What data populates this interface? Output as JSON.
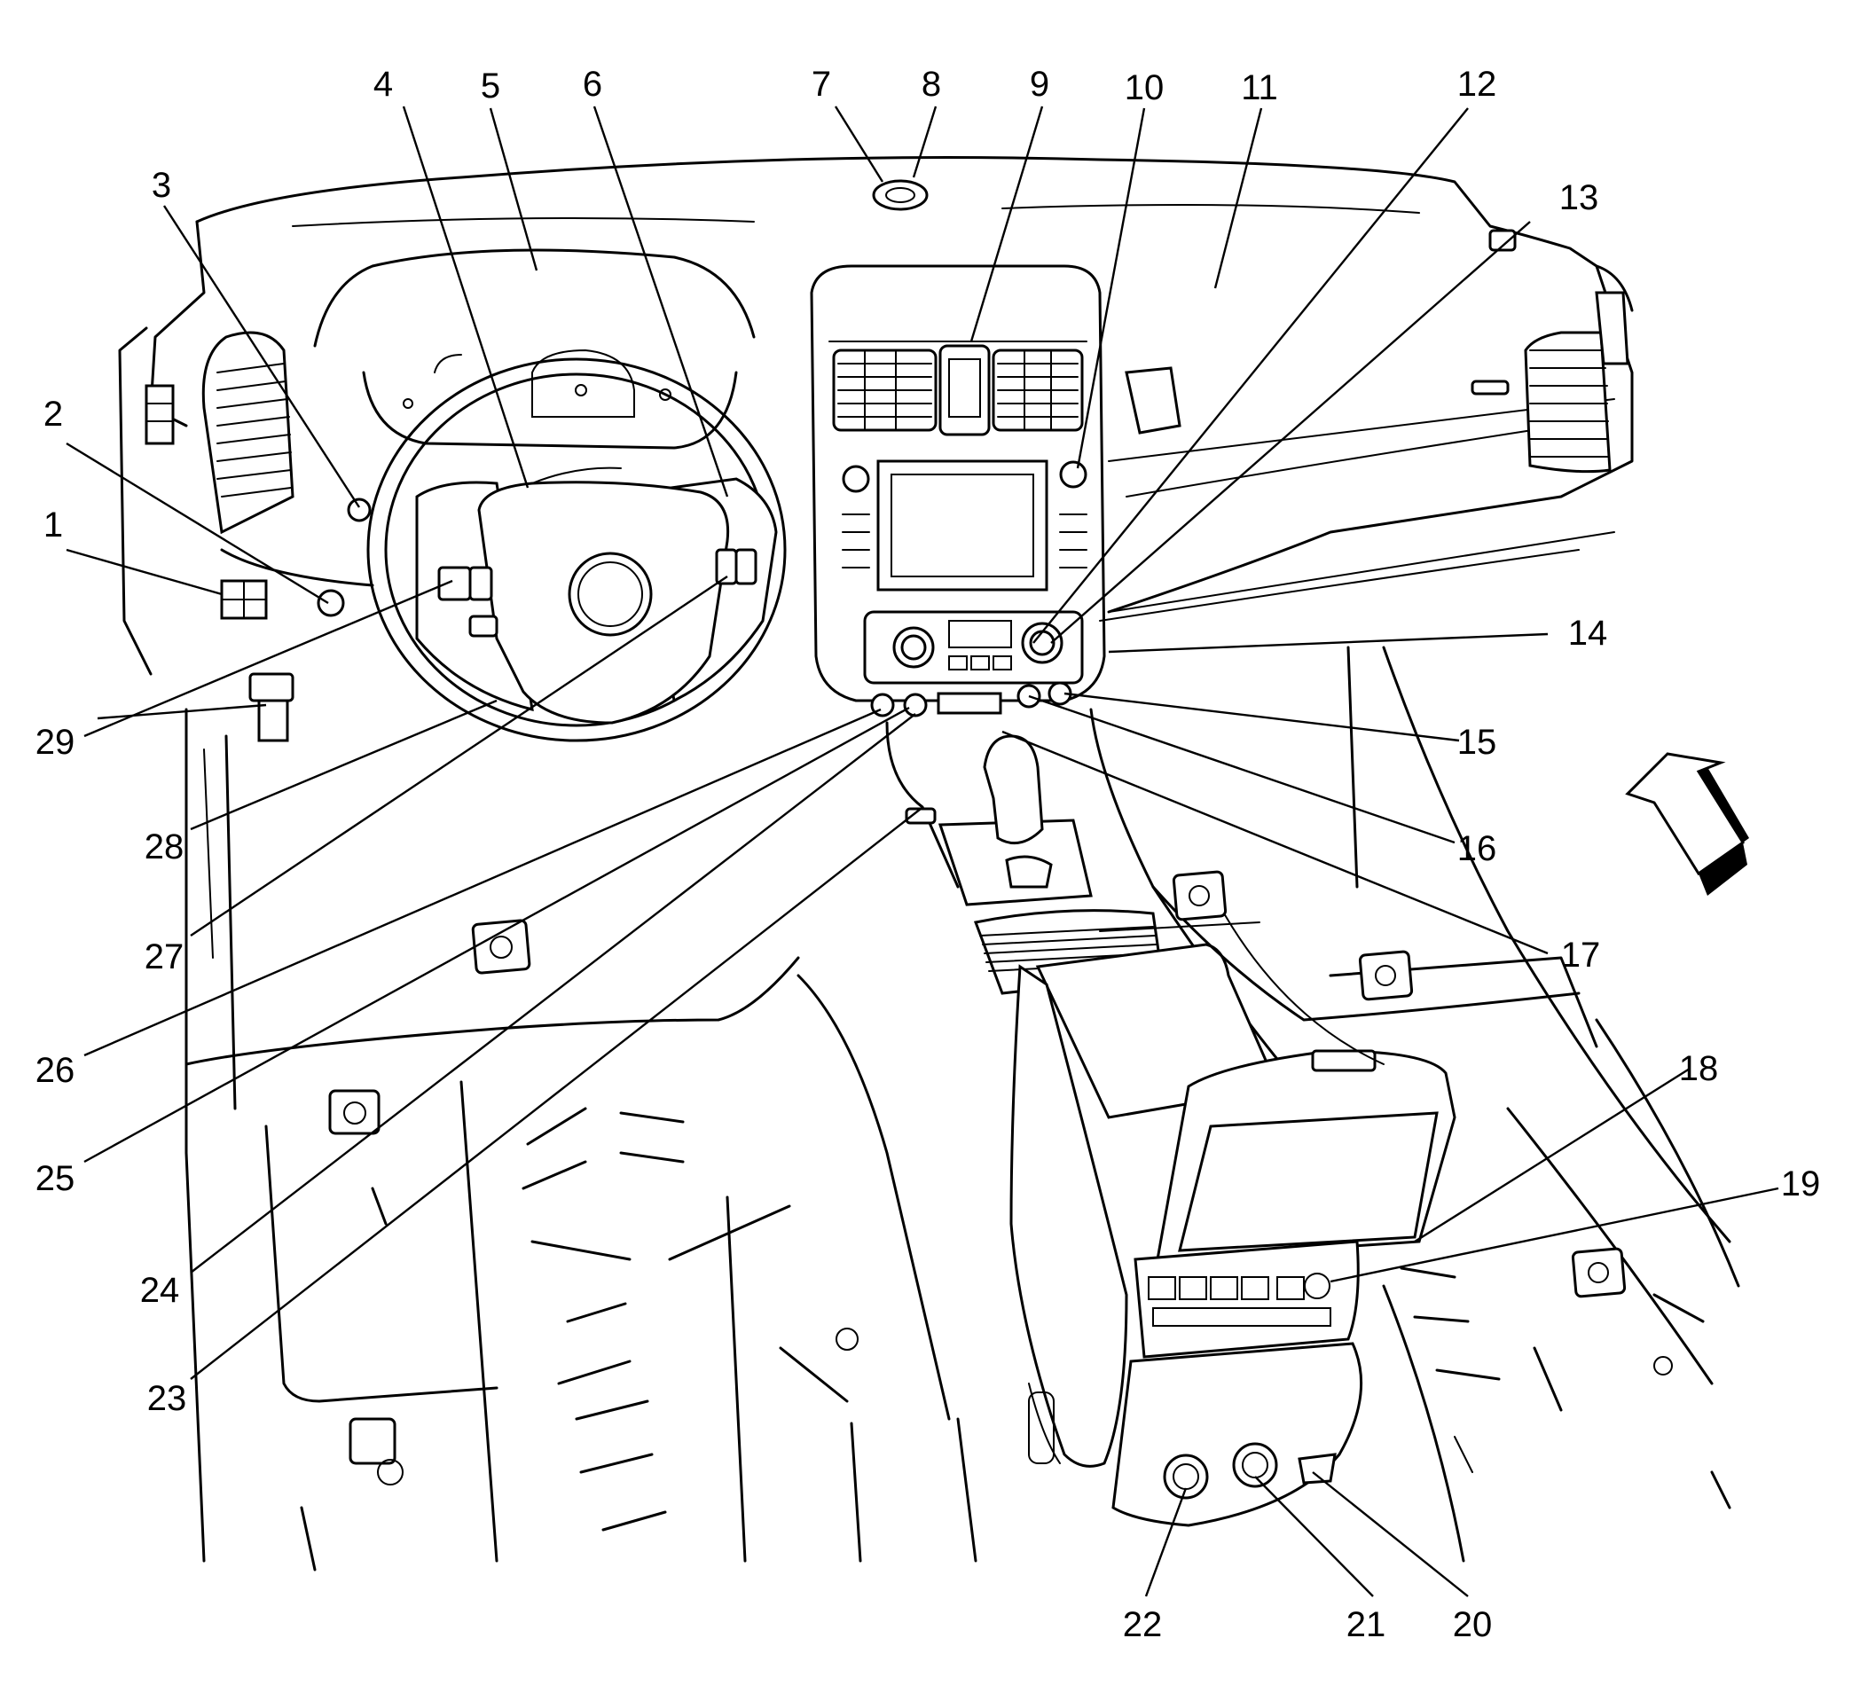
{
  "callouts": [
    "1",
    "2",
    "3",
    "4",
    "5",
    "6",
    "7",
    "8",
    "9",
    "10",
    "11",
    "12",
    "13",
    "14",
    "15",
    "16",
    "17",
    "18",
    "19",
    "20",
    "21",
    "22",
    "23",
    "24",
    "25",
    "26",
    "27",
    "28",
    "29"
  ],
  "colors": {
    "ink": "#000000",
    "paper": "#ffffff"
  },
  "icons": {
    "direction_arrow": "forward-arrow-icon"
  }
}
